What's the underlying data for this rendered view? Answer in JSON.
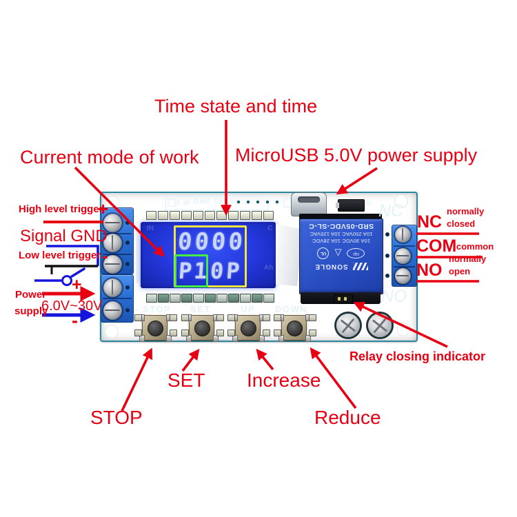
{
  "ann": {
    "time": "Time state and time",
    "mode": "Current mode of work",
    "usb": "MicroUSB 5.0V power supply",
    "high": "High level trigger",
    "gnd": "Signal GND",
    "low": "Low level trigger",
    "plus": "+",
    "minus": "-",
    "power1": "Power",
    "power2": "supply",
    "volt": "6.0V~30V",
    "nc": "NC",
    "nc1": "normally",
    "nc2": "closed",
    "com": "COM",
    "com1": "common",
    "no": "NO",
    "no1": "normally",
    "no2": "open",
    "relay": "Relay closing indicator",
    "stop": "STOP",
    "set": "SET",
    "inc": "Increase",
    "red": "Reduce"
  },
  "silk": {
    "header": "GND TXRX",
    "nc": "NC",
    "no": "NO",
    "d1": "D1",
    "stop": "- STOP",
    "set": "SET",
    "up": "UP",
    "down": "DOWN"
  },
  "lcd": {
    "time": "0000",
    "mode": "P1",
    "state": "0P",
    "in": "IN",
    "c": "C",
    "ah": "Ah"
  },
  "relay": {
    "model": "SRD-05VDC-SL-C",
    "ac": "10A 250VAC 10A 125VAC",
    "dc": "10A 30VDC 10A 28VDC",
    "brand": "SONGLE",
    "ul": "UL",
    "cqc": "cqc",
    "us": "us"
  },
  "colors": {
    "annotation_red": "#e60012",
    "annotation_blue": "#1515dd",
    "schematic_black": "#111111",
    "pcb_teal": "#12617a",
    "relay_blue": "#2a50c4",
    "lcd_blue": "#2236d8",
    "terminal_blue": "#2a72d8",
    "highlight_yellow": "#f2e53c",
    "highlight_green": "#42ee45",
    "silkscreen_white": "#e4f2f6"
  }
}
